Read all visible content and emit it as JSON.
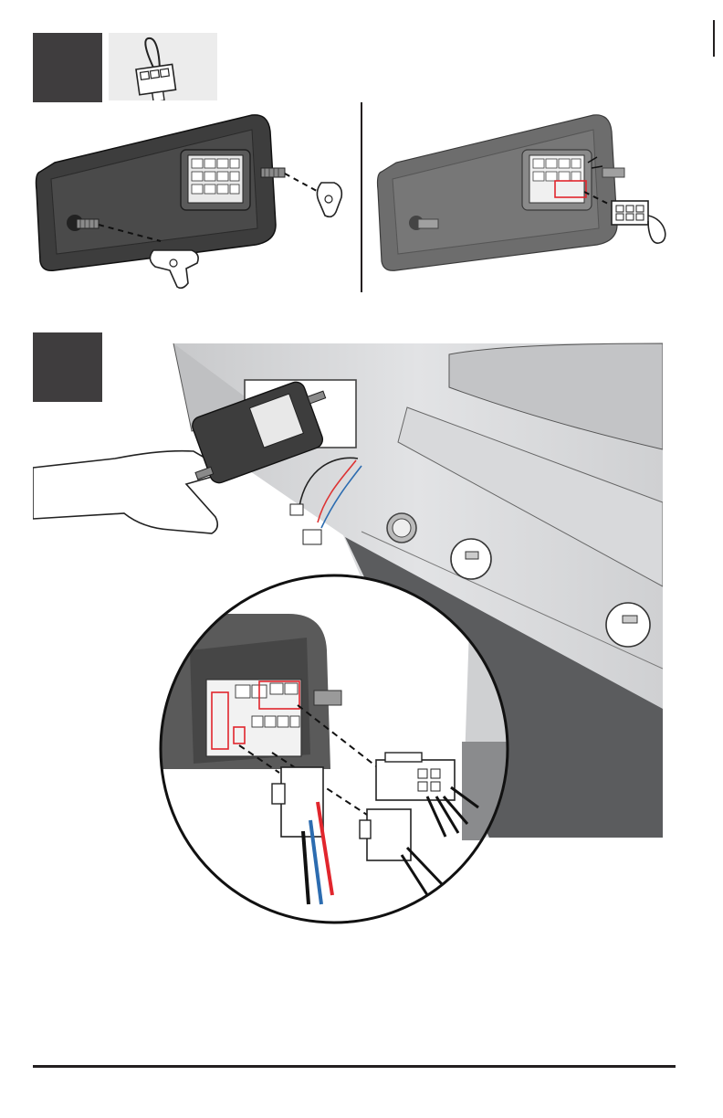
{
  "page": {
    "background": "#ffffff"
  },
  "colors": {
    "step_box": "#3f3d3e",
    "thumb_bg": "#ececec",
    "panel_dark": "#3a3a3a",
    "panel_gray": "#6b6b6b",
    "grill_steel": "#d7d8da",
    "highlight_red": "#e1262d",
    "wire_red": "#e1262d",
    "wire_blue": "#2c6cb0",
    "wire_black": "#111111",
    "rule": "#231f20"
  },
  "icons": {
    "top_right_mark": "page-edge-line",
    "thumbnail": "connector-with-pull-loop-icon",
    "wing_nut": "wing-nut-icon",
    "connector": "wire-harness-connector-icon",
    "hand": "hand-icon",
    "knob_hole": "control-knob-hole-icon"
  },
  "steps": [
    {
      "id": "step-1",
      "number_visible": false
    },
    {
      "id": "step-2",
      "number_visible": false
    }
  ]
}
